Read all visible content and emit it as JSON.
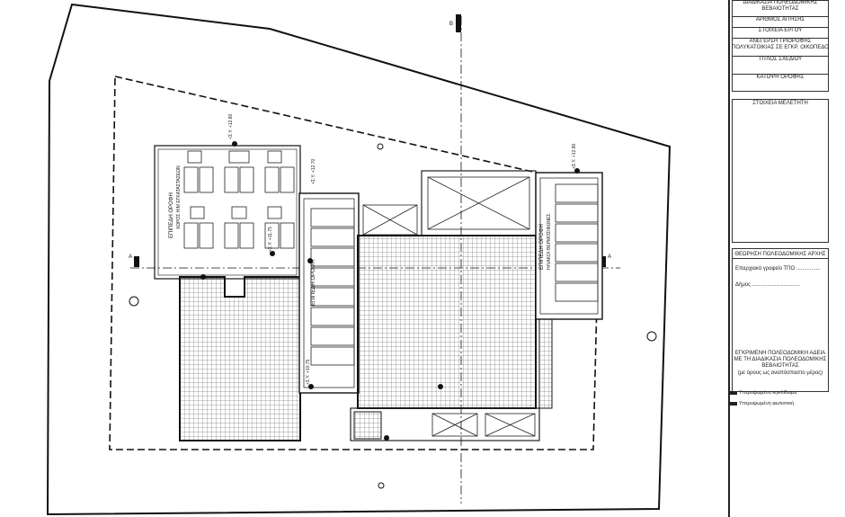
{
  "title_block": {
    "dept": "ΔΙΑΔΙΚΑΣΙΑ ΠΟΛΕΟΔΟΜΙΚΗΣ ΒΕΒΑΙΟΤΗΤΑΣ",
    "app_no": "ΑΡΙΘΜΟΣ ΑΙΤΗΣΗΣ",
    "project_label": "ΣΤΟΙΧΕΙΑ ΕΡΓΟΥ",
    "project": "ΑΝΕΓΕΡΣΗ ΤΡΙΟΡΟΦΗΣ ΠΟΛΥΚΑΤΟΙΚΙΑΣ ΣΕ ΕΓΚΡ. ΟΙΚΟΠΕΔΟ",
    "drawing_title_label": "ΤΙΤΛΟΣ ΣΧΕΔΙΟΥ",
    "drawing_title": "ΚΑΤΟΨΗ ΟΡΟΦΗΣ",
    "designer_label": "ΣΤΟΙΧΕΙΑ ΜΕΛΕΤΗΤΗ",
    "authority_label": "ΘΕΩΡΗΣΗ ΠΟΛΕΟΔΟΜΙΚΗΣ ΑΡΧΗΣ",
    "office_field": "Επαρχιακό γραφείο ΤΠΟ ................",
    "municipality_field": "Δήμος ................................",
    "approval": "ΕΓΚΡΙΜΕΝΗ ΠΟΛΕΟΔΟΜΙΚΗ ΑΔΕΙΑ ΜΕ ΤΗ ΔΙΑΔΙΚΑΣΙΑ ΠΟΛΕΟΔΟΜΙΚΗΣ ΒΕΒΑΙΟΤΗΤΑΣ",
    "approval_note": "(με όρους ως αναπόσπαστο μέρος)",
    "legend_1": "Υπερυψωμένα κιγκλίδωμα",
    "legend_2": "Υπερυψωμένη φωτιστική"
  },
  "plan": {
    "section_mark_a": "A",
    "section_mark_b": "B",
    "roof_left": "ΕΠΙΠΕΔΗ ΟΡΟΦΗ",
    "roof_left_sub": "ΧΩΡΟΣ Η/Μ ΕΓΚΑΤΑΣΤΑΣΕΩΝ",
    "roof_mid": "ΕΠΙΠΕΔΗ ΟΡΟΦΗ",
    "roof_right": "ΕΠΙΠΕΔΗ ΟΡΟΦΗ",
    "roof_right_sub": "ΗΛΙΑΚΟΙ ΘΕΡΜΟΣΙΦΩΝΕΣ",
    "level_1": "+Σ.Υ. +12.80",
    "level_2": "+Σ.Υ. +12.80",
    "level_3": "+Σ.Υ. +11.75",
    "level_4": "+Σ.Υ. +10.75",
    "level_5": "+Σ.Υ. +12.70"
  }
}
